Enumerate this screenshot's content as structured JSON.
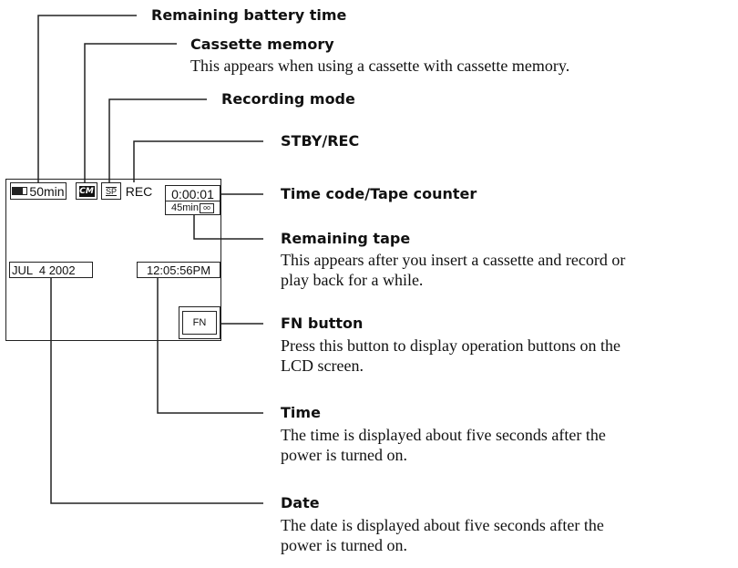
{
  "lcd": {
    "battery": "50min",
    "cm_icon": "cassette-memory-icon",
    "rec_mode": "SP",
    "stby_rec": "REC",
    "timecode": "0:00:01",
    "remaining_tape": "45min",
    "tape_icon": "cassette-tape-icon",
    "date": "JUL  4 2002",
    "time": "12:05:56PM",
    "fn": "FN"
  },
  "callouts": {
    "battery": {
      "title": "Remaining battery time"
    },
    "cassette_memory": {
      "title": "Cassette memory",
      "desc": [
        "This appears when using a cassette with cassette memory."
      ]
    },
    "recording_mode": {
      "title": "Recording mode"
    },
    "stby_rec": {
      "title": "STBY/REC"
    },
    "time_code": {
      "title": "Time code/Tape counter"
    },
    "remaining_tape": {
      "title": "Remaining tape",
      "desc": [
        "This appears after you insert a cassette and record or",
        "play back for a while."
      ]
    },
    "fn_button": {
      "title": "FN button",
      "desc": [
        "Press this button to display operation buttons on the",
        "LCD screen."
      ]
    },
    "time": {
      "title": "Time",
      "desc": [
        "The time is displayed about five seconds after the",
        "power is turned on."
      ]
    },
    "date": {
      "title": "Date",
      "desc": [
        "The date is displayed about five seconds after the",
        "power is turned on."
      ]
    }
  }
}
